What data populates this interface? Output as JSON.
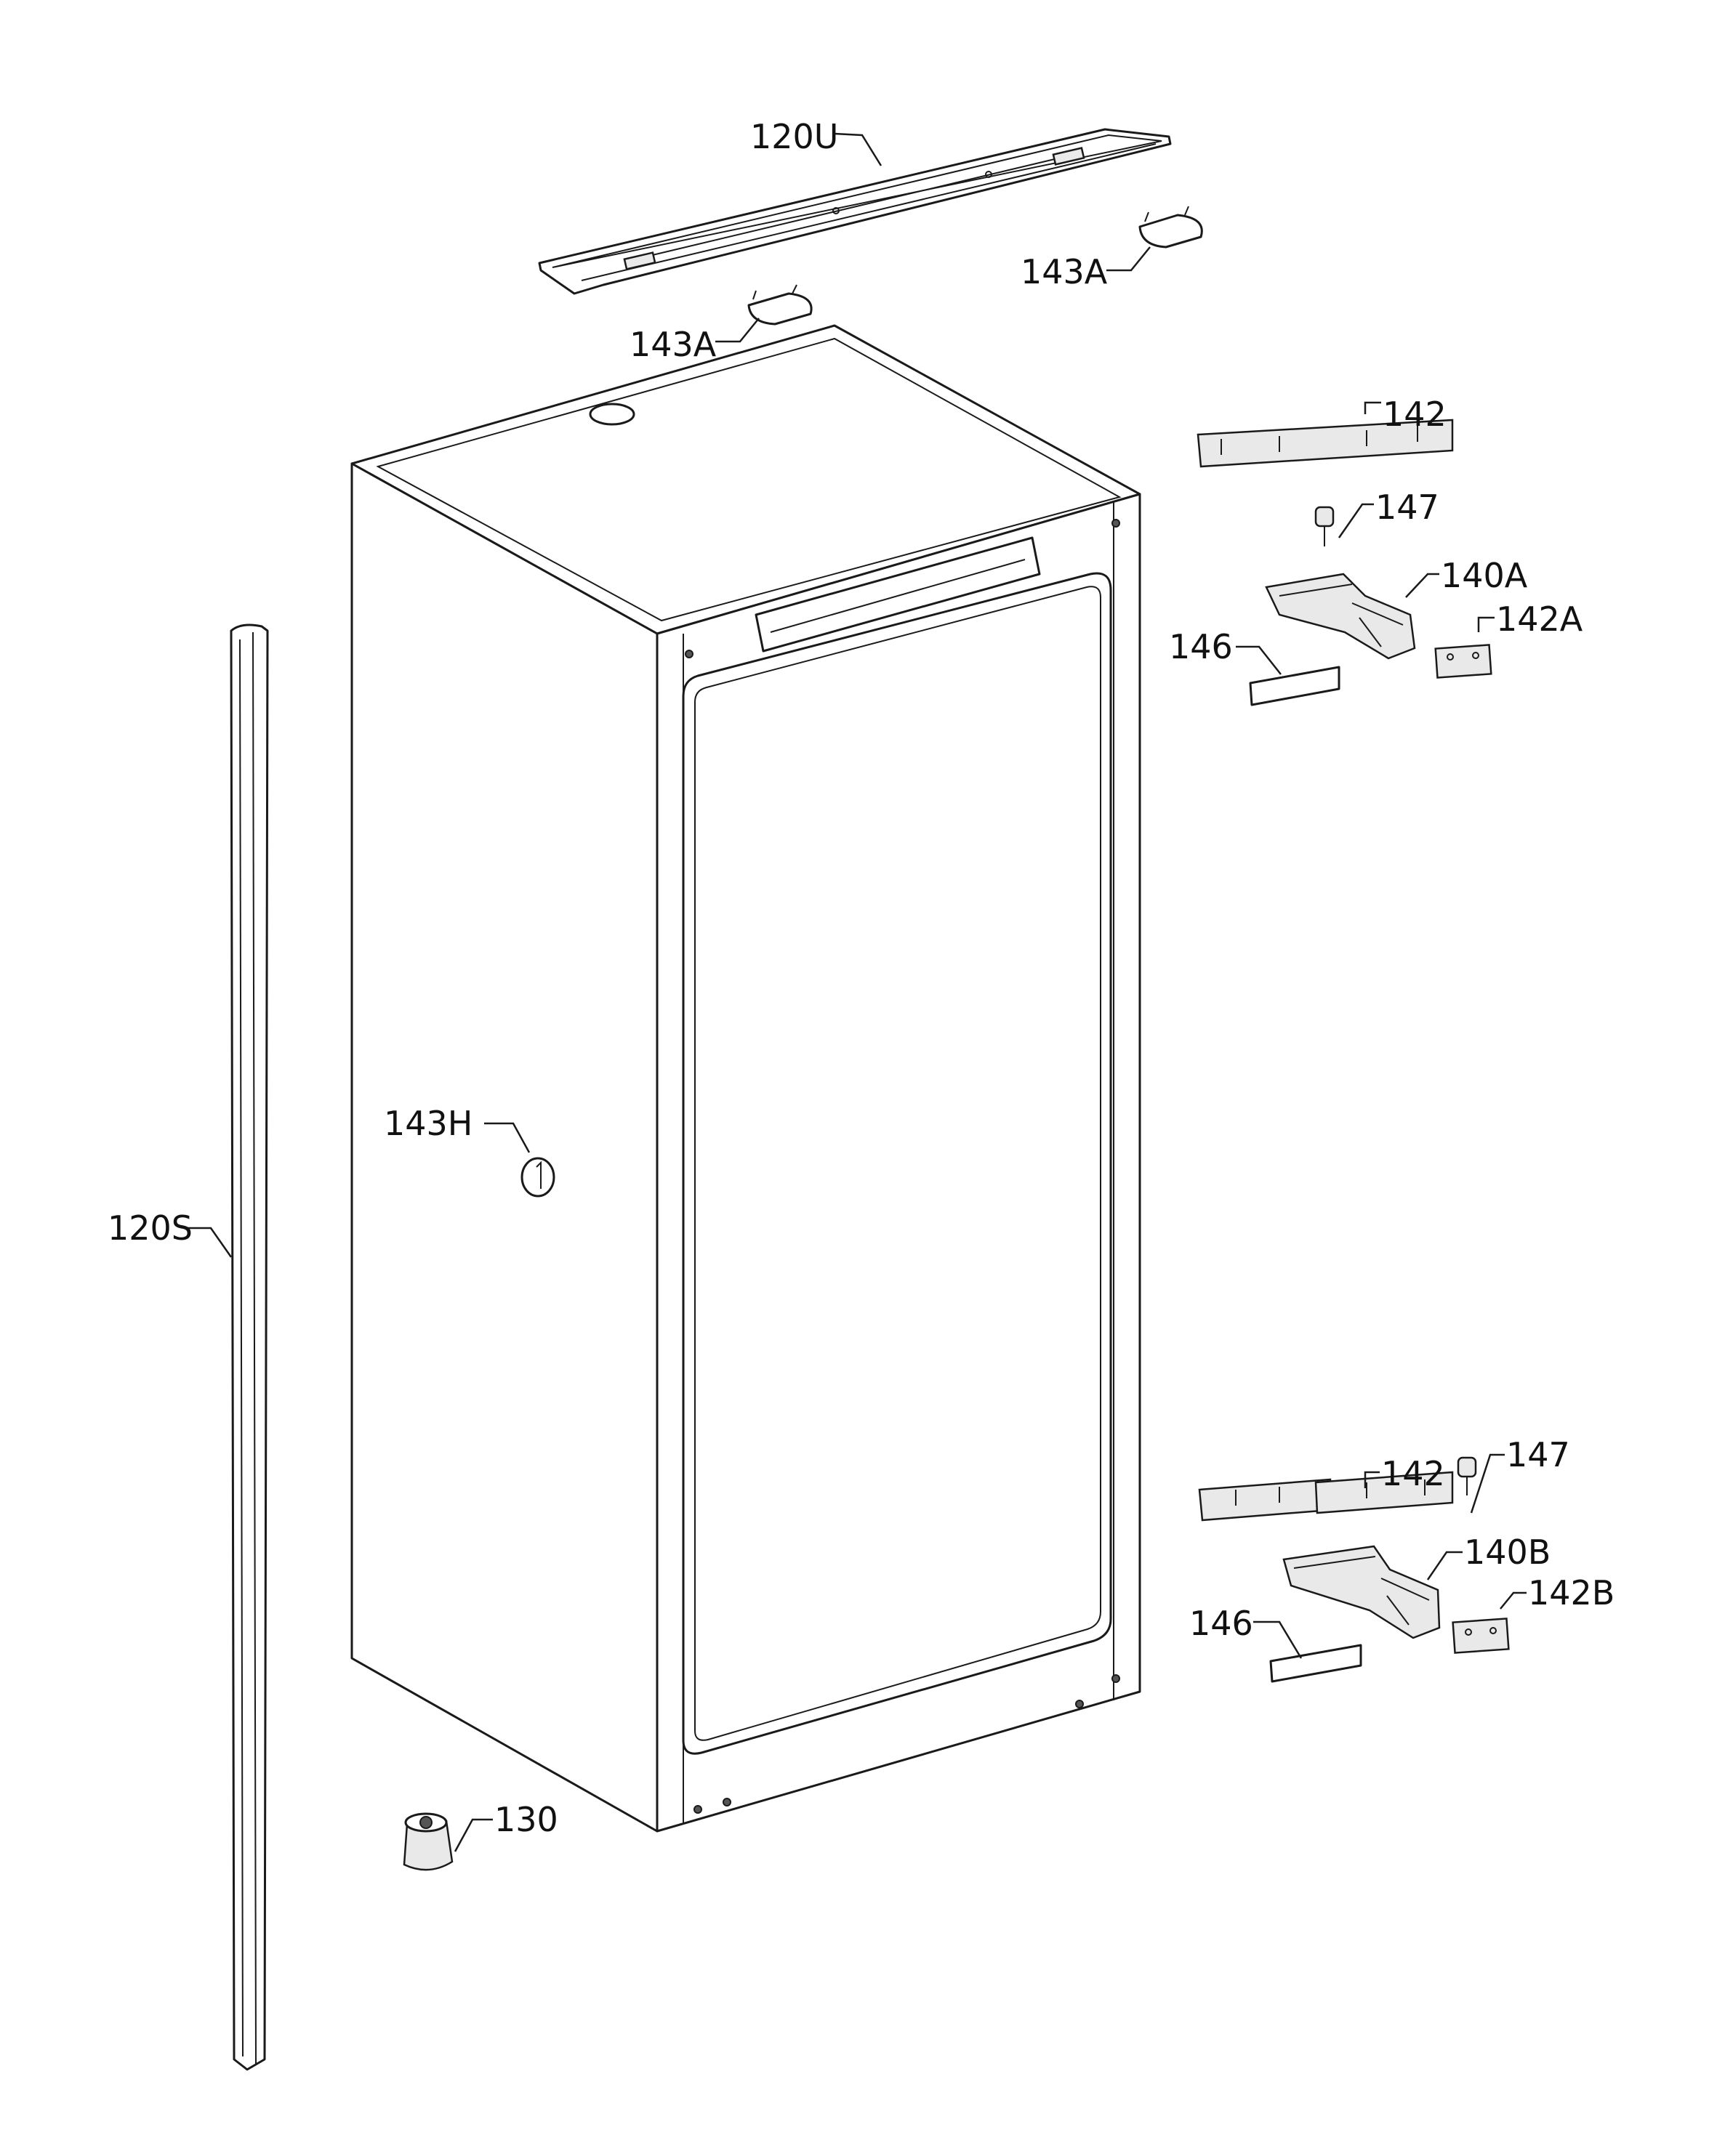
{
  "colors": {
    "line": "#1a1a1a",
    "background": "#ffffff",
    "shade": "#e9e9e9"
  },
  "labels": {
    "top_rail": "120U",
    "cover_right": "143A",
    "cover_left": "143A",
    "plate_top": "142",
    "screw_top": "147",
    "hinge_top": "140A",
    "pad_top": "142A",
    "strip_top": "146",
    "cap_side": "143H",
    "side_profile": "120S",
    "plate_bottom": "142",
    "screw_bottom": "147",
    "hinge_bottom": "140B",
    "pad_bottom": "142B",
    "strip_bottom": "146",
    "foot": "130"
  }
}
